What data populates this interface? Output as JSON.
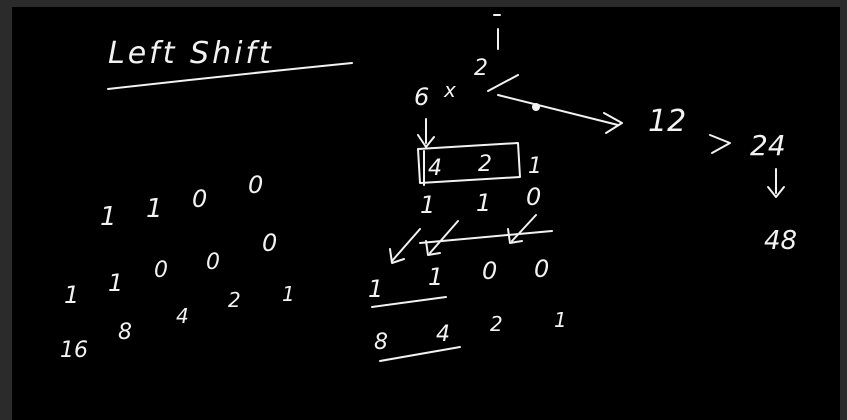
{
  "title": "Left Shift",
  "expression": {
    "base": "6",
    "times": "x",
    "power": "2"
  },
  "result_chain": [
    "12",
    "24",
    "48"
  ],
  "binary_rows": {
    "row_a": [
      "1",
      "1",
      "0",
      "0"
    ],
    "row_b": [
      "1",
      "1",
      "0",
      "0",
      "0"
    ],
    "weights_left": [
      "16",
      "8",
      "4",
      "2",
      "1"
    ],
    "boxed": [
      "4",
      "2"
    ],
    "boxed_trailing": "1",
    "row_c": [
      "1",
      "1",
      "0"
    ],
    "row_d": [
      "1",
      "1",
      "0",
      "0"
    ],
    "weights_right": [
      "8",
      "4",
      "2",
      "1"
    ]
  },
  "colors": {
    "background": "#000000",
    "frame": "#2b2b2b",
    "ink": "#f2f2f2"
  }
}
